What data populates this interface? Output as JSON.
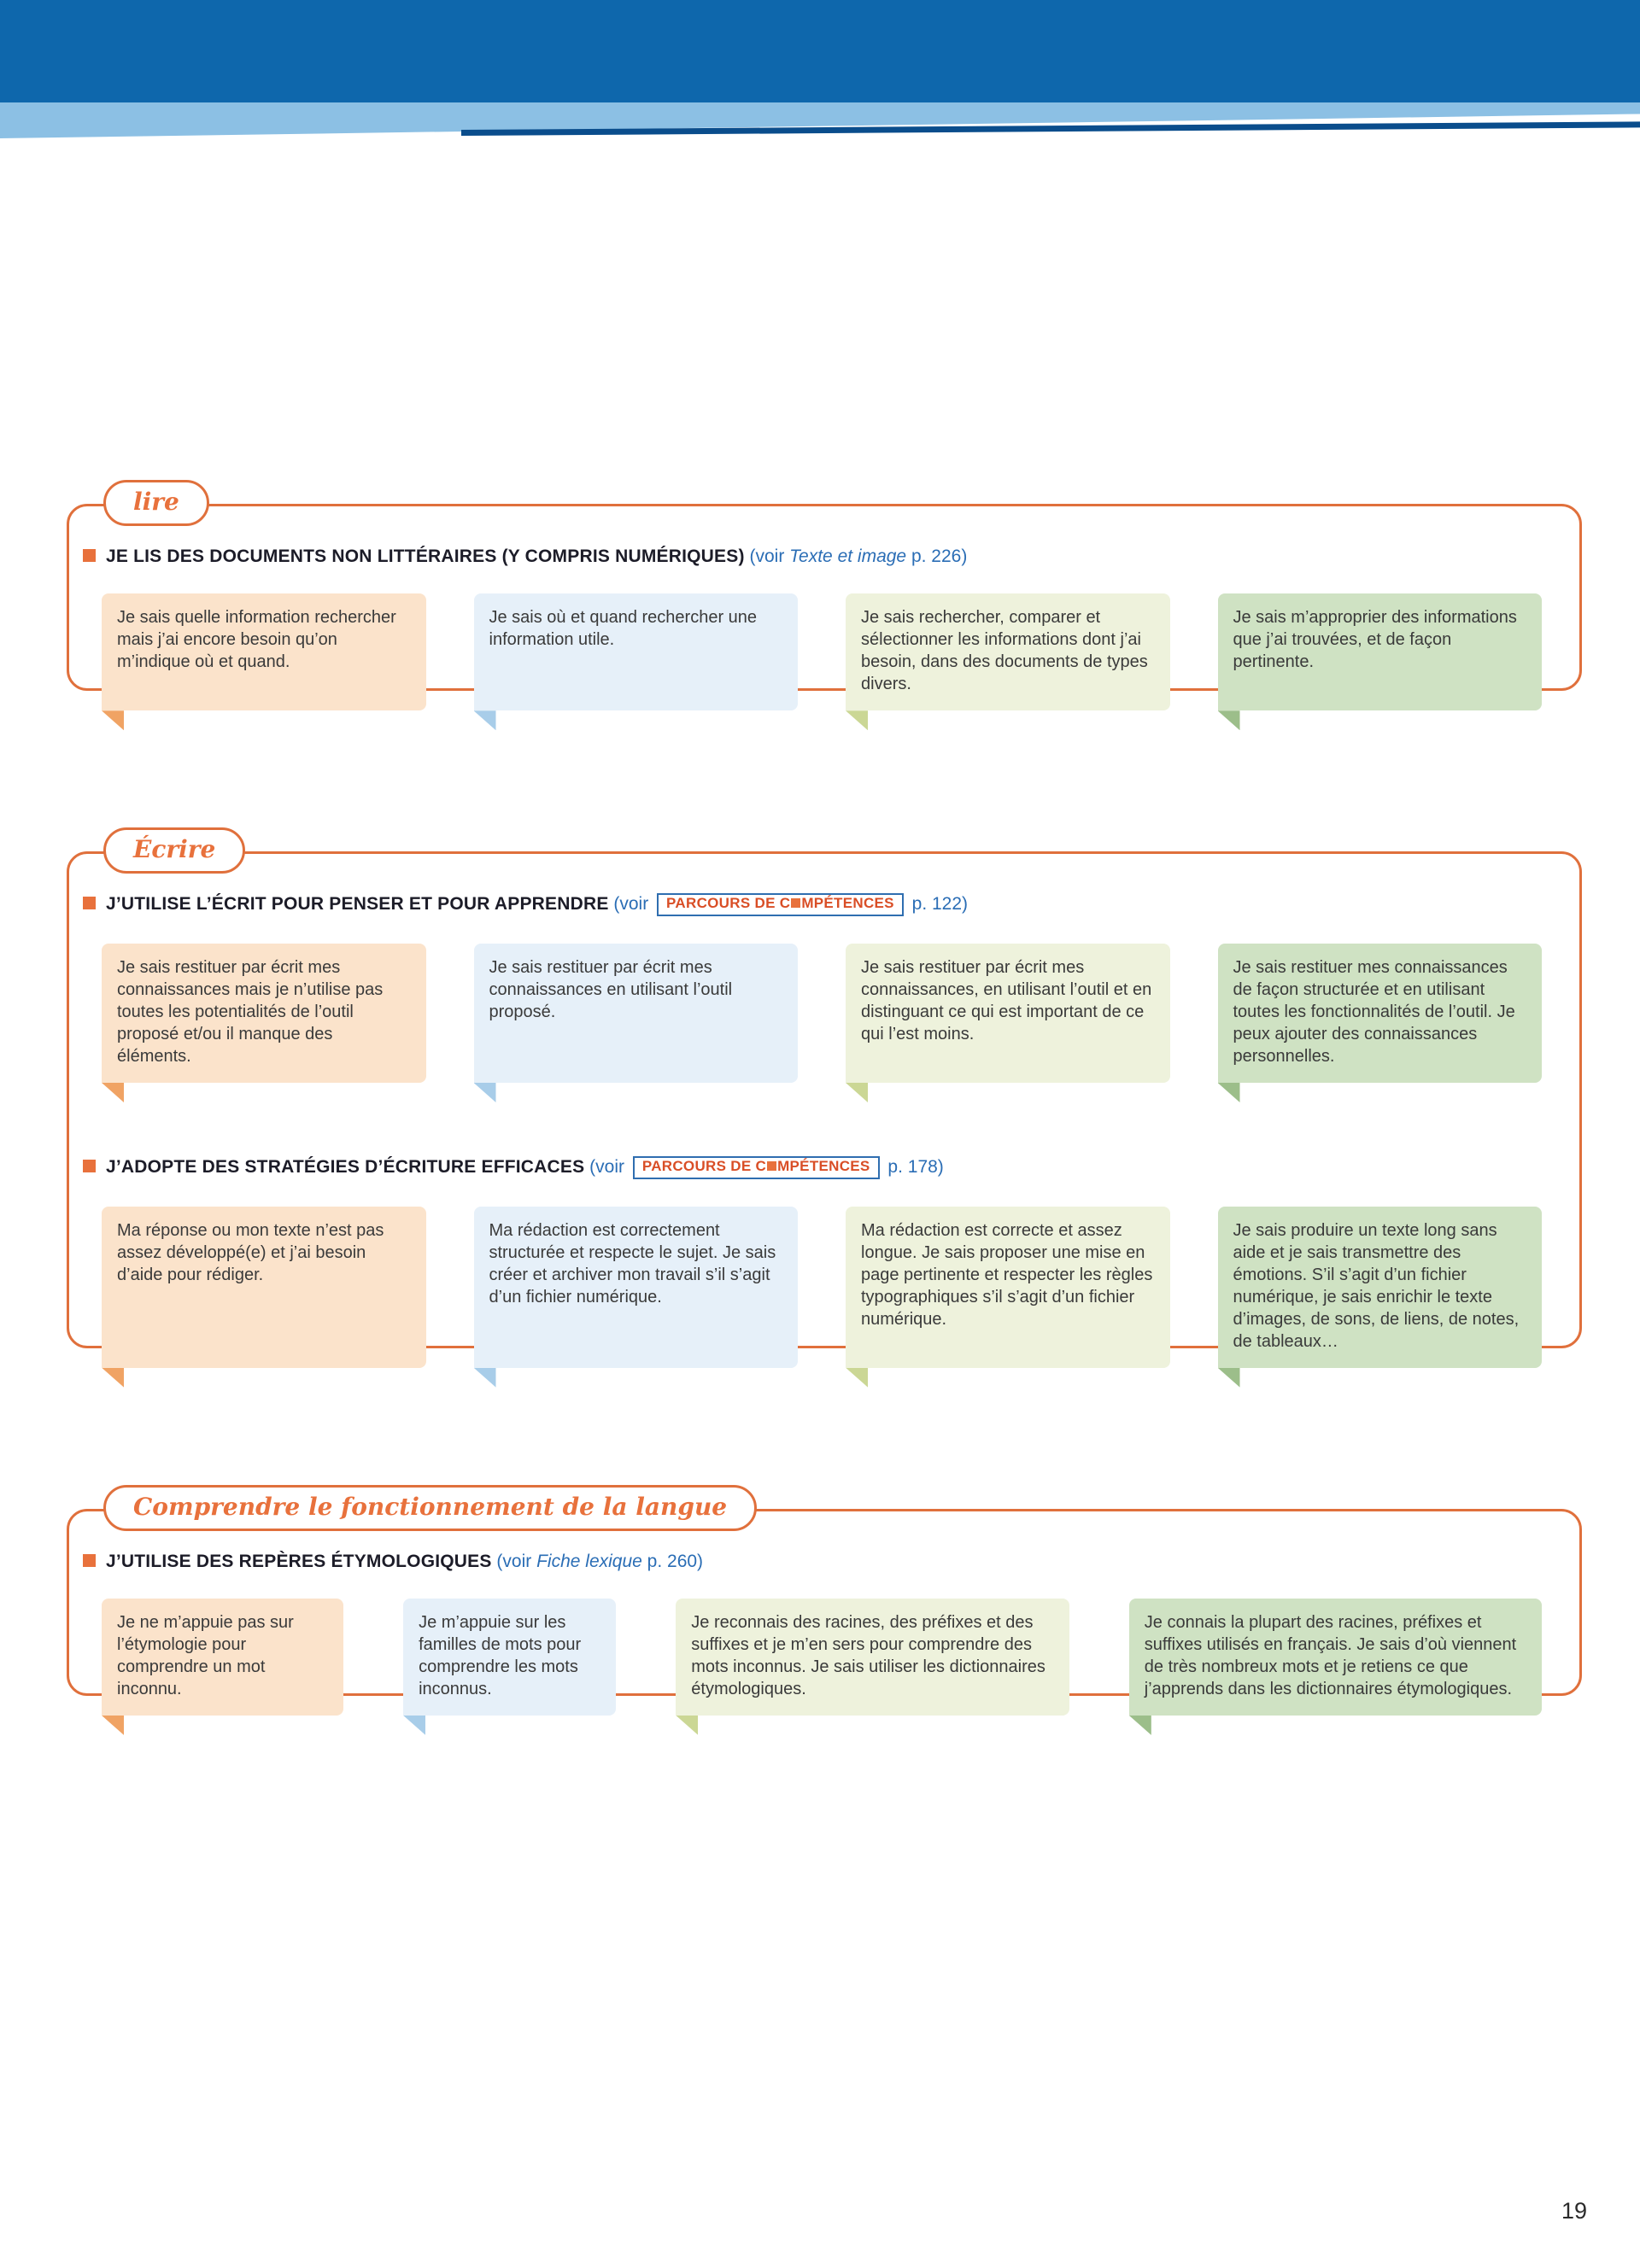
{
  "colors": {
    "header_blue": "#0e67ac",
    "header_light_blue": "#8cc0e4",
    "header_navy": "#0a4d8c",
    "accent_orange": "#e0703c",
    "ref_blue": "#2a6db5",
    "badge_text": "#d94e26",
    "level1_bg": "#fbe3cb",
    "level2_bg": "#e6f0f9",
    "level3_bg": "#eef2dc",
    "level4_bg": "#cfe2c3"
  },
  "page_number": "19",
  "sections": [
    {
      "tab": "lire",
      "blocks": [
        {
          "title": "JE LIS DES DOCUMENTS NON LITTÉRAIRES (Y COMPRIS NUMÉRIQUES)",
          "voir": " (voir ",
          "ref_italic": "Texte et image",
          "ref_page": " p. 226)",
          "cards": [
            "Je sais quelle information rechercher mais j’ai encore besoin qu’on m’indique où et quand.",
            "Je sais où et quand rechercher une information utile.",
            "Je sais rechercher, comparer et sélectionner les informations dont j’ai besoin, dans des documents de types divers.",
            "Je sais m’approprier des informations que j’ai trouvées, et de façon pertinente."
          ]
        }
      ]
    },
    {
      "tab": "Écrire",
      "blocks": [
        {
          "title": "J’UTILISE L’ÉCRIT POUR PENSER ET POUR APPRENDRE",
          "voir": " (voir ",
          "badge_pre": "PARCOURS DE C",
          "badge_post": "MPÉTENCES",
          "ref_page": " p. 122)",
          "cards": [
            "Je sais restituer par écrit mes connaissances mais je n’utilise pas toutes les potentialités de l’outil proposé et/ou il manque des éléments.",
            "Je sais restituer par écrit mes connaissances en utilisant l’outil proposé.",
            "Je sais restituer par écrit mes connaissances, en utilisant l’outil et en distinguant ce qui est important de ce qui l’est moins.",
            "Je sais restituer mes connaissances de façon structurée et en utilisant toutes les fonctionnalités de l’outil. Je peux ajouter des connaissances personnelles."
          ]
        },
        {
          "title": "J’ADOPTE DES STRATÉGIES D’ÉCRITURE EFFICACES",
          "voir": " (voir ",
          "badge_pre": "PARCOURS DE C",
          "badge_post": "MPÉTENCES",
          "ref_page": " p. 178)",
          "cards": [
            "Ma réponse ou mon texte n’est pas assez développé(e) et j’ai besoin d’aide pour rédiger.",
            "Ma rédaction est correctement structurée et respecte le sujet. Je sais créer et archiver mon travail s’il s’agit d’un fichier numérique.",
            "Ma rédaction est correcte et assez longue. Je sais proposer une mise en page pertinente et respecter les règles typographiques s’il s’agit d’un fichier numérique.",
            "Je sais produire un texte long sans aide et je sais transmettre des émotions. S’il s’agit d’un fichier numérique, je sais enrichir le texte d’images, de sons, de liens, de notes, de tableaux…"
          ]
        }
      ]
    },
    {
      "tab": "Comprendre le fonctionnement de la langue",
      "blocks": [
        {
          "title": "J’UTILISE DES REPÈRES ÉTYMOLOGIQUES",
          "voir": " (voir ",
          "ref_italic": "Fiche lexique",
          "ref_page": " p. 260)",
          "cards": [
            "Je ne m’appuie pas sur l’étymologie pour comprendre un mot inconnu.",
            "Je m’appuie sur les familles de mots pour comprendre les mots inconnus.",
            "Je reconnais des racines, des préfixes et des suffixes et je m’en sers pour comprendre des mots inconnus. Je sais utiliser les dictionnaires étymologiques.",
            "Je connais la plupart des racines, préfixes et suffixes utilisés en français. Je sais d’où viennent de très nombreux mots et je retiens ce que j’apprends dans les dictionnaires étymologiques."
          ]
        }
      ]
    }
  ]
}
